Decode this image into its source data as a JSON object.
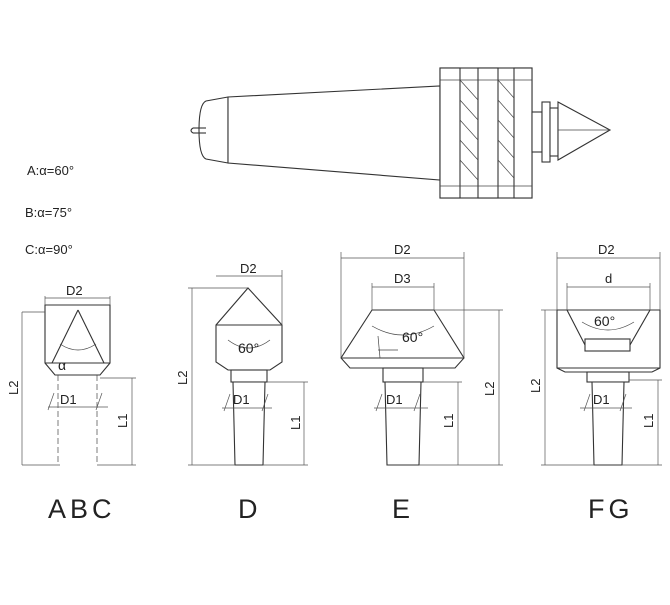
{
  "angles": {
    "a": "A:α=60°",
    "b": "B:α=75°",
    "c": "C:α=90°"
  },
  "symbols": {
    "d1": "D1",
    "d2": "D2",
    "d3": "D3",
    "d": "d",
    "l1": "L1",
    "l2": "L2",
    "alpha": "α",
    "sixty": "60°"
  },
  "variants": {
    "abc": "ABC",
    "d": "D",
    "e": "E",
    "fg": "FG"
  }
}
